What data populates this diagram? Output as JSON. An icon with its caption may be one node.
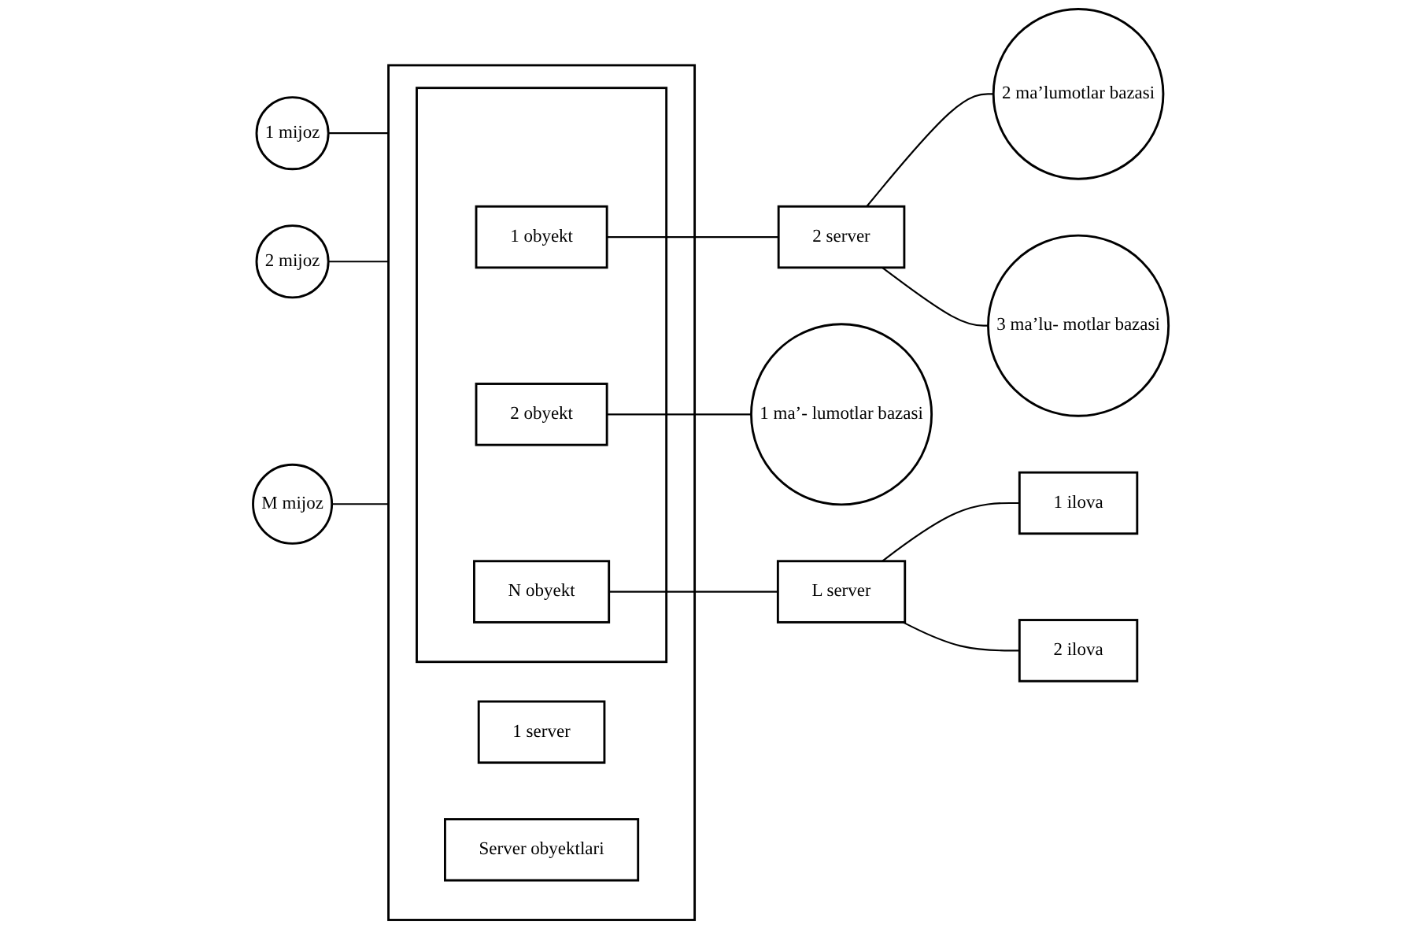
{
  "diagram": {
    "nodes": [
      {
        "text": [
          "1 mijoz"
        ]
      },
      {
        "text": [
          "2 mijoz"
        ]
      },
      {
        "text": [
          "M mijoz"
        ]
      },
      {
        "text": [],
        "shape": "box"
      },
      {
        "text": [
          "1 server"
        ],
        "in": 3
      },
      {
        "text": [
          "Server obyektlari"
        ],
        "in": 3
      },
      {
        "text": [],
        "shape": "box",
        "in": 3
      },
      {
        "text": [
          "1 obyekt"
        ],
        "in": 6
      },
      {
        "text": [
          "2 obyekt"
        ],
        "in": 6
      },
      {
        "text": [
          "N obyekt"
        ],
        "in": 6
      },
      {
        "text": [
          "2 server"
        ]
      },
      {
        "text": [
          "2 ma’lumotlar bazasi"
        ]
      },
      {
        "text": [
          "3 ma’lu- motlar bazasi"
        ]
      },
      {
        "text": [
          "1 ma’- lumotlar bazasi"
        ]
      },
      {
        "text": [
          "L server"
        ]
      },
      {
        "text": [
          "1 ilova"
        ]
      },
      {
        "text": [
          "2 ilova"
        ]
      }
    ],
    "edges": [
      {
        "from": 0,
        "to": 3,
        "arrow": "none"
      },
      {
        "from": 1,
        "to": 3,
        "arrow": "none"
      },
      {
        "from": 2,
        "to": 3,
        "arrow": "none"
      },
      {
        "from": 7,
        "to": 10,
        "arrow": "none"
      },
      {
        "from": 10,
        "to": 11,
        "arrow": "none"
      },
      {
        "from": 10,
        "to": 12,
        "arrow": "none"
      },
      {
        "from": 8,
        "to": 13,
        "arrow": "none"
      },
      {
        "from": 9,
        "to": 14,
        "arrow": "none"
      },
      {
        "from": 14,
        "to": 15,
        "arrow": "none"
      },
      {
        "from": 14,
        "to": 16,
        "arrow": "none"
      }
    ]
  }
}
